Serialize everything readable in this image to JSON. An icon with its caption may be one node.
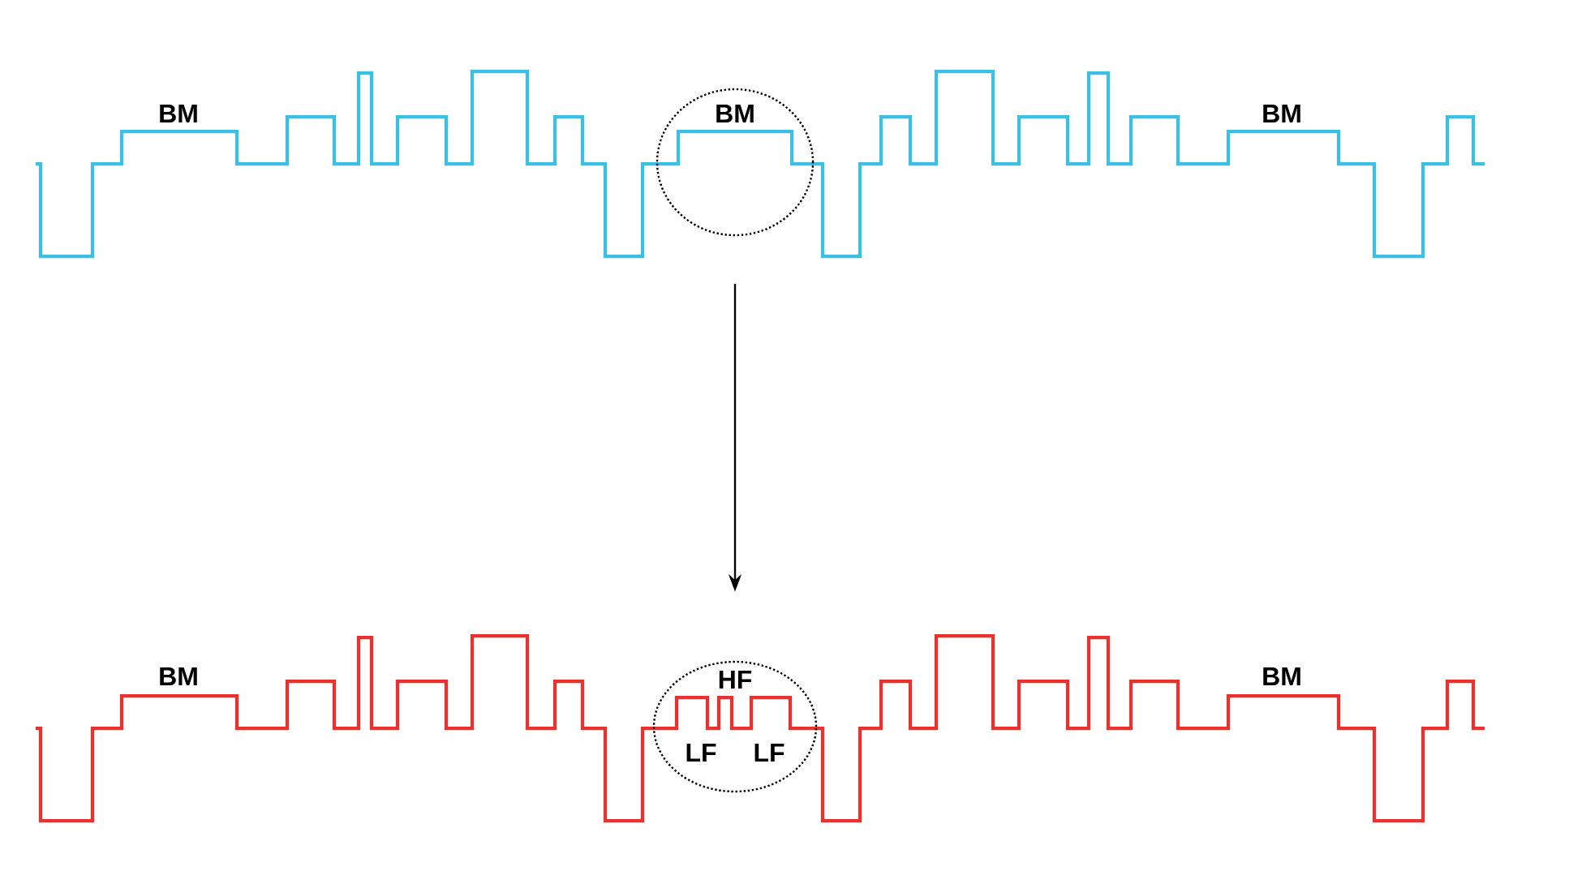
{
  "diagram": {
    "nodes": [
      {
        "text": [
          "BM"
        ]
      },
      {
        "text": [
          "HF",
          "LF",
          "LF"
        ]
      }
    ],
    "edges": [
      {
        "from": 0,
        "to": 1,
        "arrow": "to"
      }
    ],
    "labels": [
      "BM",
      "BM",
      "BM",
      "BM"
    ]
  }
}
